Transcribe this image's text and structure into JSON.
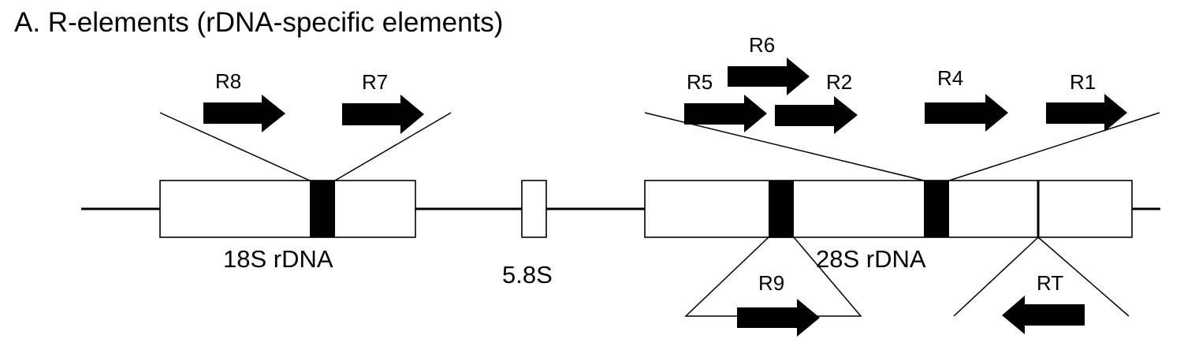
{
  "title": "A. R-elements (rDNA-specific elements)",
  "genes": {
    "s18": "18S rDNA",
    "s58": "5.8S",
    "s28": "28S rDNA"
  },
  "elements": {
    "r1": "R1",
    "r2": "R2",
    "r4": "R4",
    "r5": "R5",
    "r6": "R6",
    "r7": "R7",
    "r8": "R8",
    "r9": "R9",
    "rt": "RT"
  }
}
